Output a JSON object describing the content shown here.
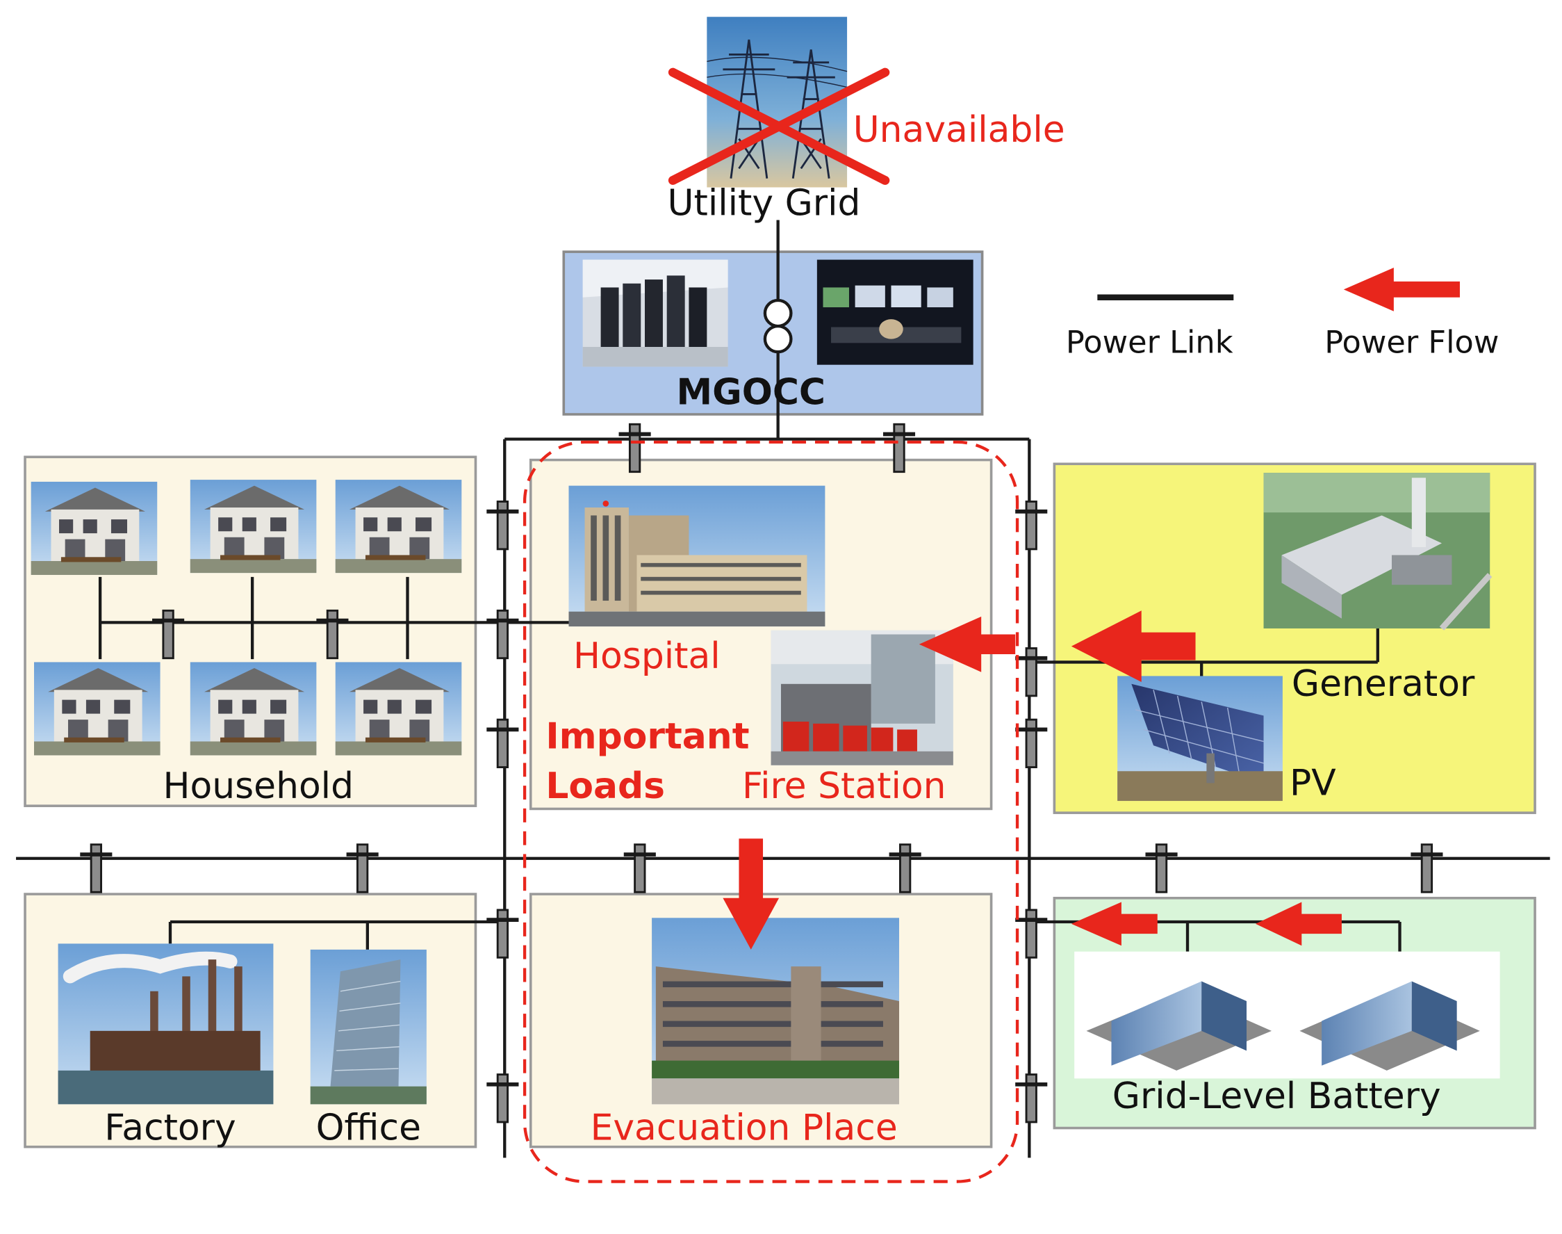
{
  "utility_grid": {
    "label": "Utility Grid",
    "status": "Unavailable"
  },
  "control_center": {
    "label": "MGOCC"
  },
  "legend": {
    "power_link": "Power Link",
    "power_flow": "Power Flow"
  },
  "household": {
    "label": "Household",
    "house_count": 6
  },
  "important_loads": {
    "group_label_line1": "Important",
    "group_label_line2": "Loads",
    "hospital": "Hospital",
    "fire_station": "Fire Station",
    "evacuation": "Evacuation Place"
  },
  "generation": {
    "generator": "Generator",
    "pv": "PV"
  },
  "industry": {
    "factory": "Factory",
    "office": "Office"
  },
  "storage": {
    "battery": "Grid-Level Battery"
  },
  "colors": {
    "red": "#e8261c",
    "mgocc_fill": "#aec6ea",
    "zone_fill": "#fcf6e4",
    "generation_fill": "#f6f57a",
    "battery_fill": "#d9f5d9",
    "line": "#1a1a1a"
  }
}
